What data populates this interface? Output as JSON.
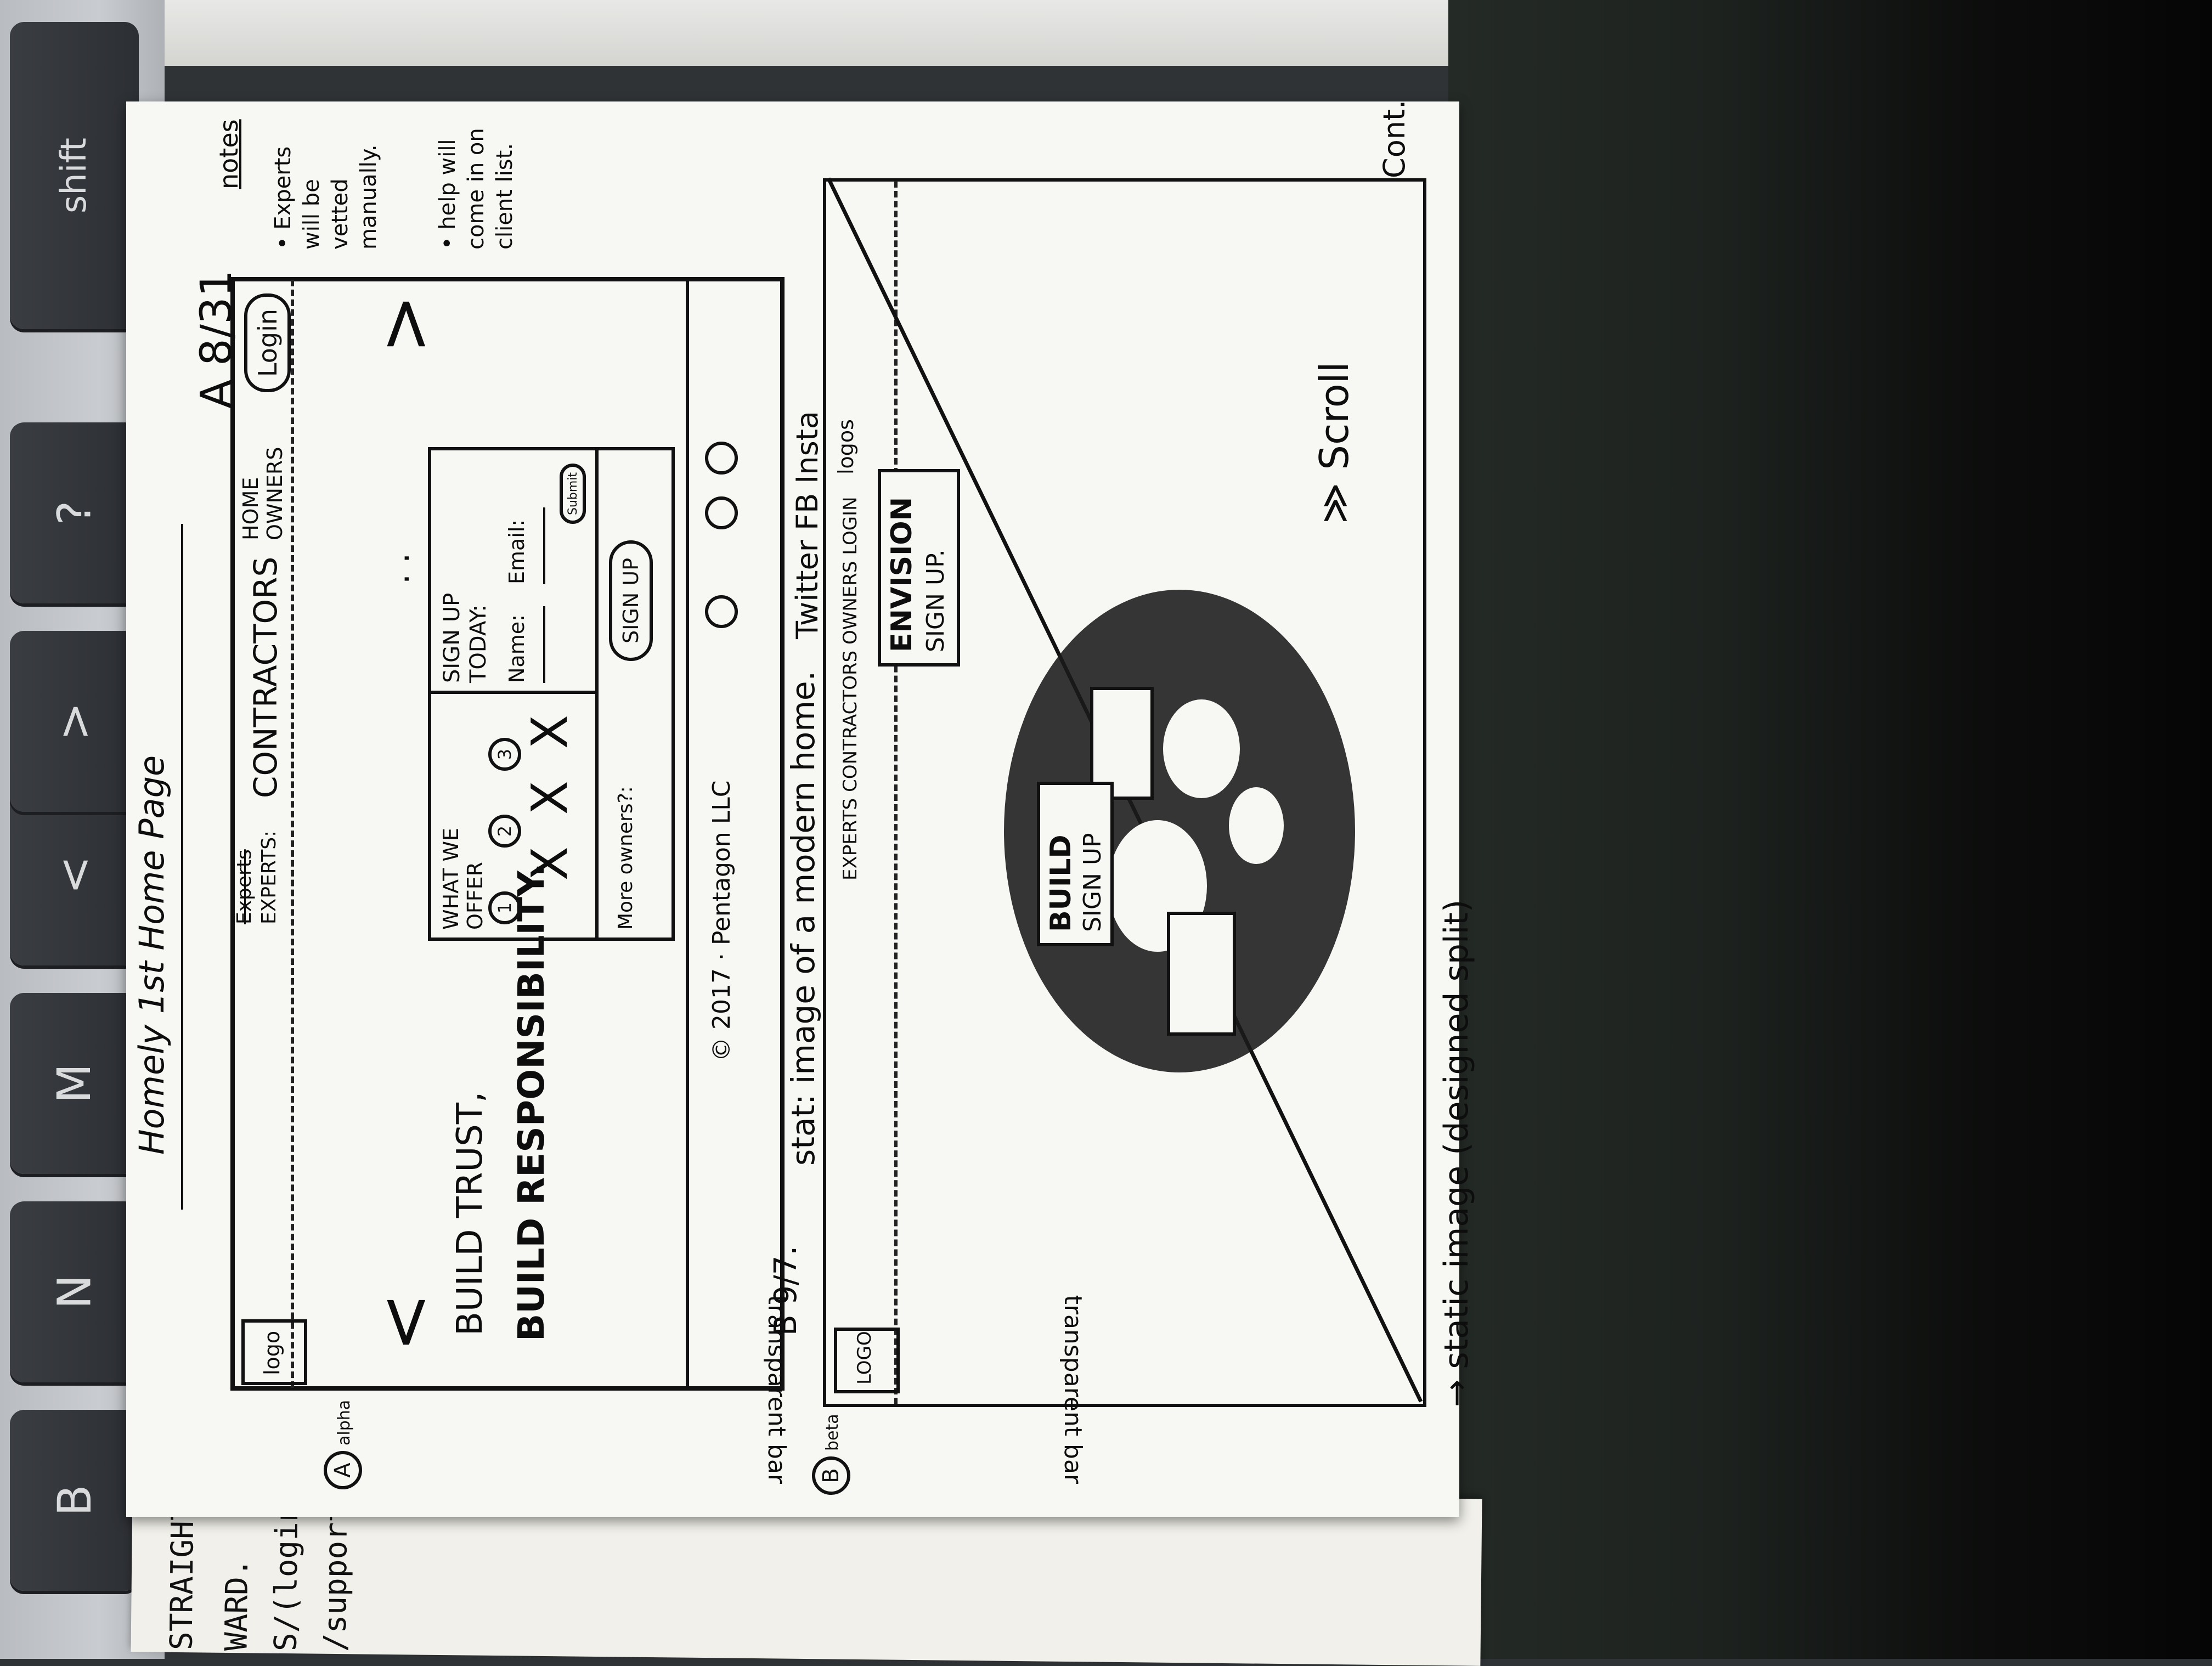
{
  "keyboard": {
    "keys": [
      "B",
      "N",
      "M",
      "<",
      ">",
      "?",
      "shift"
    ]
  },
  "sketch": {
    "title": "Homely 1st Home Page",
    "version_a": "A 8/31",
    "version_b": "B 9/7.",
    "frame_a": {
      "logo": "logo",
      "nav": {
        "experts_struck": "Experts",
        "experts": "EXPERTS:",
        "contractors": "CONTRACTORS",
        "home_owners": "HOME OWNERS",
        "login": "Login"
      },
      "arrow_left": "<",
      "arrow_right": ">",
      "dots": ". .",
      "headline_1": "BUILD TRUST,",
      "headline_2": "BUILD RESPONSIBILITY.",
      "offer": {
        "title": "WHAT WE OFFER",
        "items": [
          "1",
          "2",
          "3"
        ],
        "mark": "X",
        "more": "More owners?:",
        "signup_btn": "SIGN UP"
      },
      "signup": {
        "title": "SIGN UP TODAY:",
        "name": "Name:",
        "email": "Email:",
        "submit": "Submit"
      },
      "footer": {
        "copyright": "© 2017 · Pentagon LLC",
        "social_labels": "Twitter FB Insta",
        "social_sub": "logos"
      },
      "annotation_image": "stat: image of a modern home."
    },
    "frame_b": {
      "logo": "LOGO",
      "nav": "EXPERTS CONTRACTORS OWNERS LOGIN",
      "build": "BUILD",
      "build_sign": "SIGN UP",
      "envision": "ENVISION",
      "envision_sign": "SIGN UP.",
      "scroll": "≫ Scroll",
      "cont": "Cont."
    },
    "notes": {
      "heading": "notes",
      "n1": "• Experts will be vetted manually.",
      "n2": "• help will come in on client list."
    },
    "side_left": {
      "transparent_bar": "transparent bar",
      "a_label": "A",
      "a_sub": "alpha",
      "transparent_bar_b": "transparent bar",
      "b_label": "B",
      "b_sub": "beta"
    },
    "bottom_caption": "→ static image (designed split)"
  },
  "lower_card": {
    "lines": [
      "STRAIGHT",
      "WARD.",
      "S/(login)",
      "/support"
    ]
  }
}
